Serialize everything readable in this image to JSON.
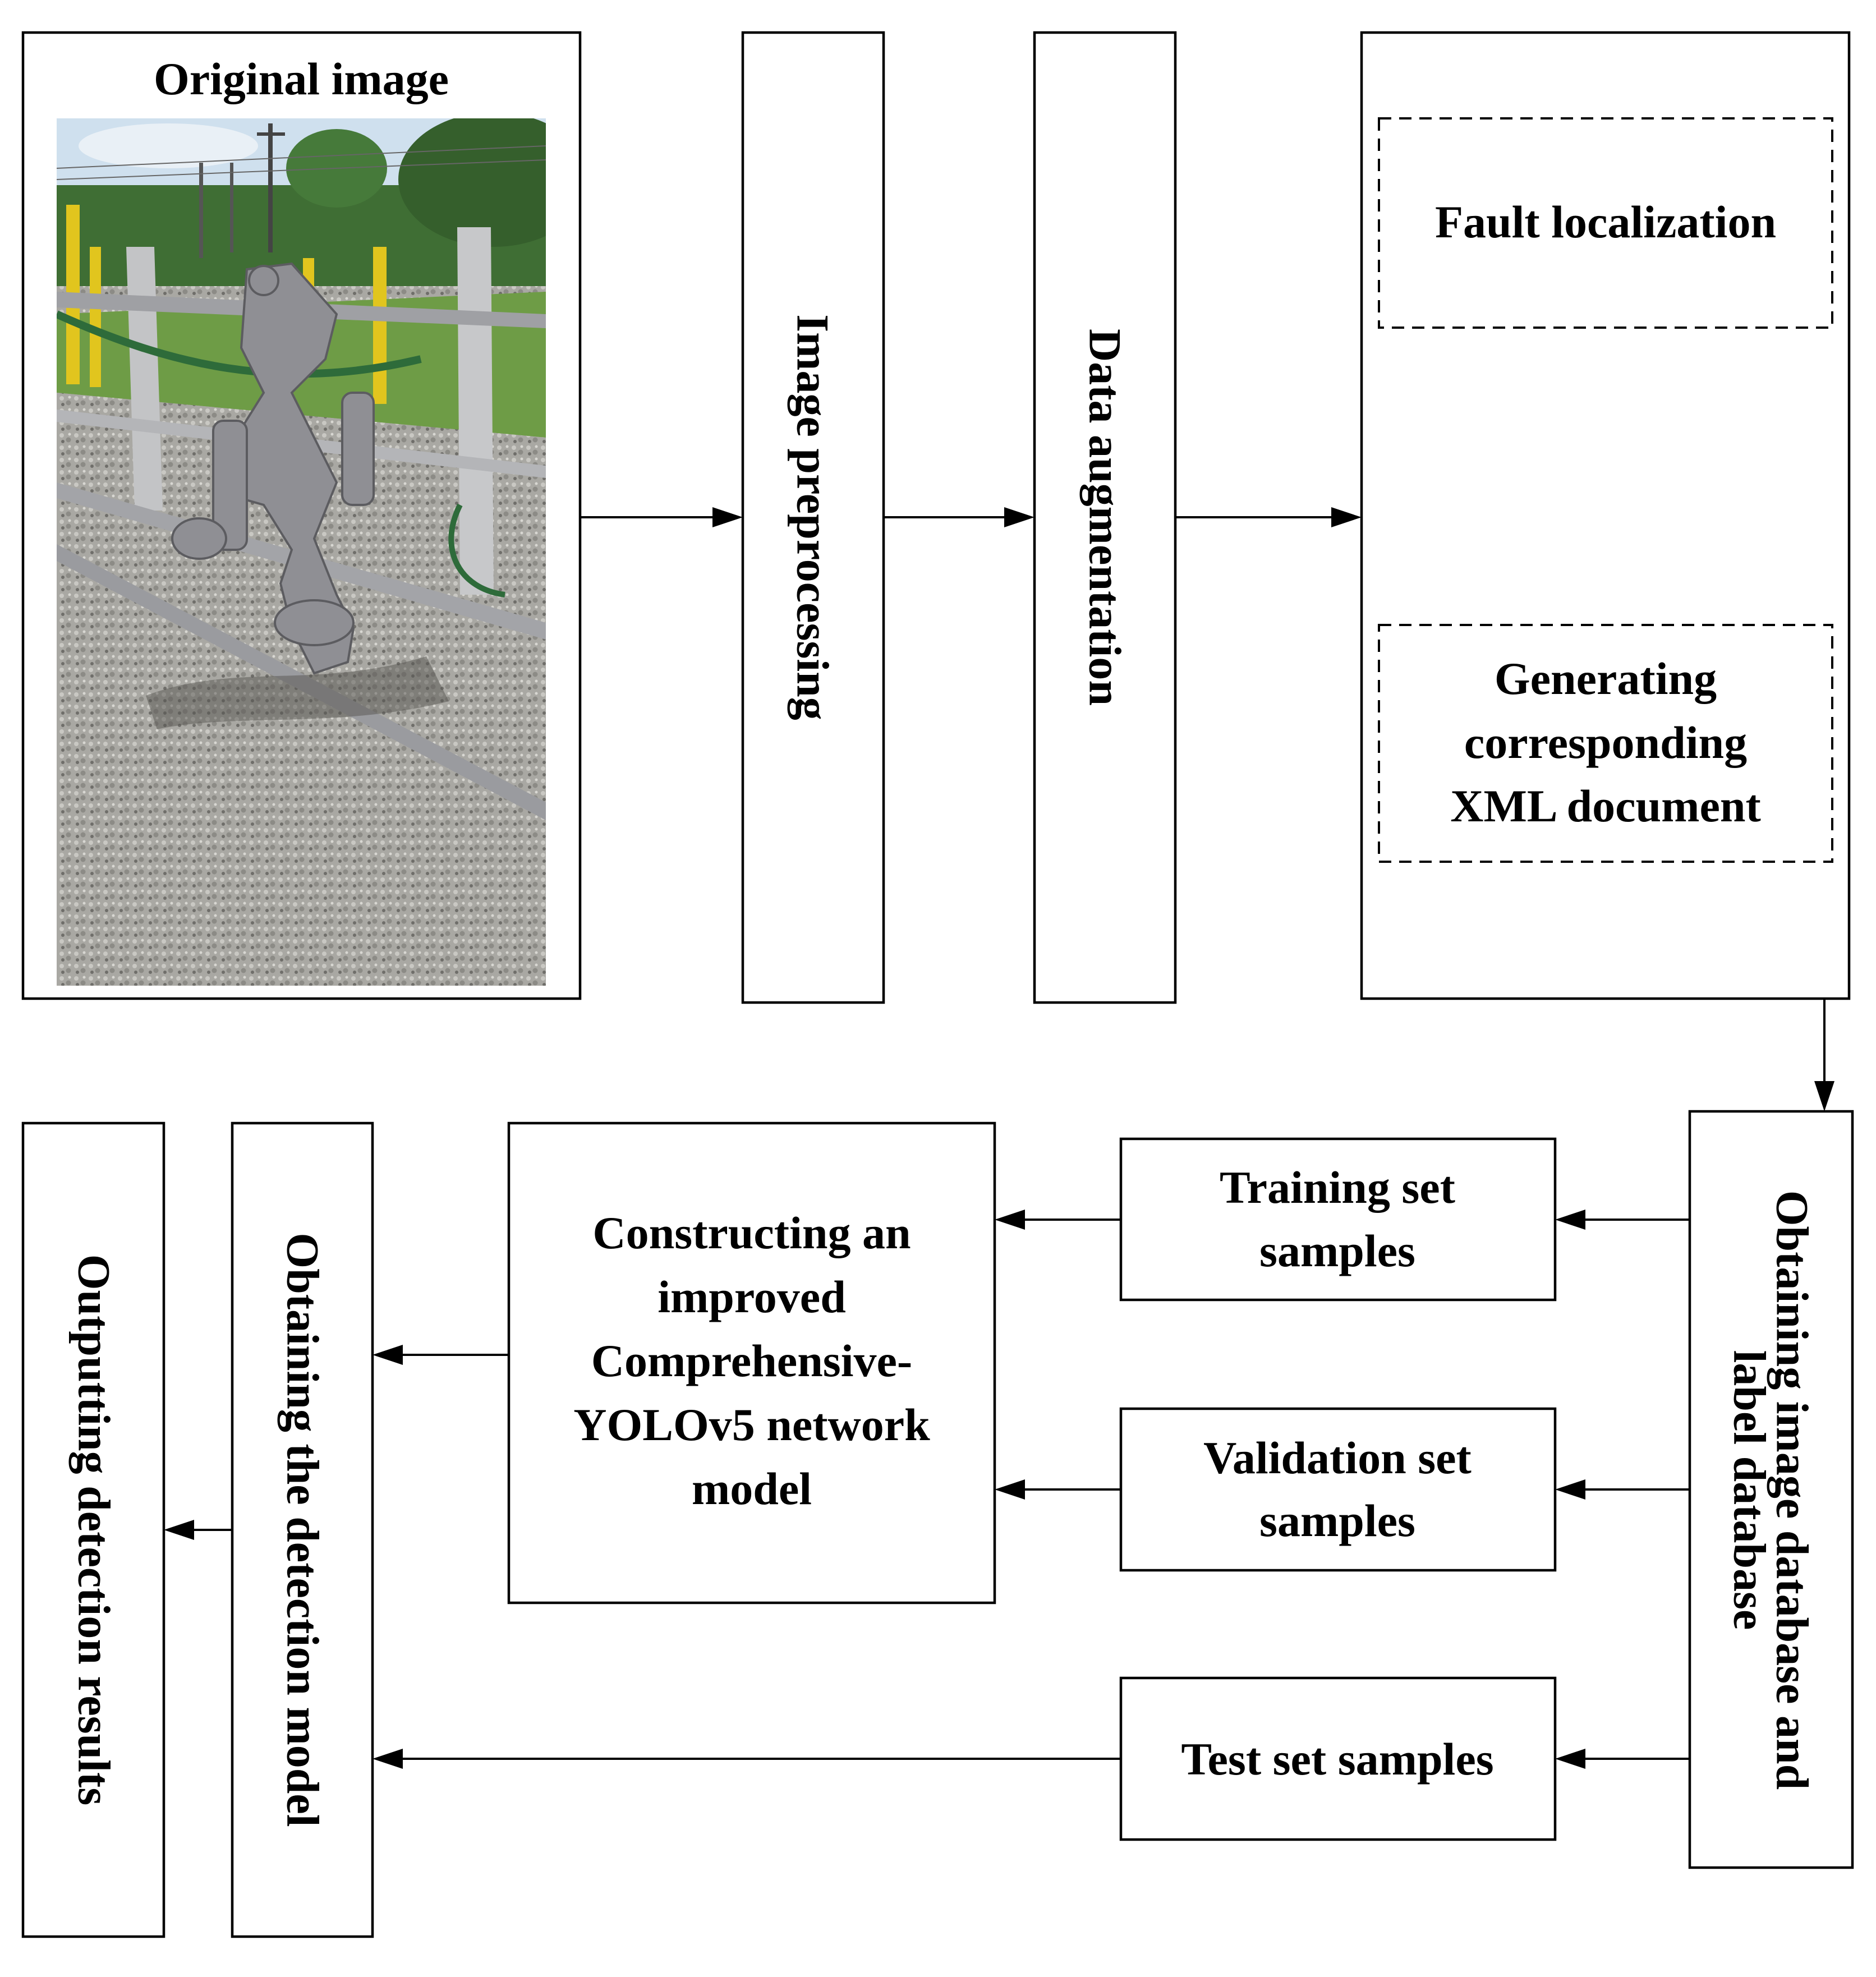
{
  "nodes": {
    "original_image": {
      "title": "Original image"
    },
    "image_preprocessing": {
      "label": "Image preprocessing"
    },
    "data_augmentation": {
      "label": "Data augmentation"
    },
    "annotation": {
      "fault_localization": "Fault localization",
      "xml_lines": [
        "Generating",
        "corresponding",
        "XML document"
      ]
    },
    "obtaining_database": {
      "lines": [
        "Obtaining image database and",
        "label database"
      ]
    },
    "training_set": {
      "lines": [
        "Training set",
        "samples"
      ]
    },
    "validation_set": {
      "lines": [
        "Validation set",
        "samples"
      ]
    },
    "test_set": {
      "label": "Test set samples"
    },
    "constructing_model": {
      "lines": [
        "Constructing an",
        "improved",
        "Comprehensive-",
        "YOLOv5 network",
        "model"
      ]
    },
    "obtaining_detection_model": {
      "label": "Obtaining the detection model"
    },
    "outputting_results": {
      "label": "Outputting detection results"
    }
  },
  "colors": {
    "stroke": "#000000",
    "background": "#ffffff",
    "sky": "#cfe0ee",
    "vegetation": "#3f6e34",
    "grass": "#6e9c46",
    "gravel": "#a9a8a3",
    "pole_yellow": "#e1c51e",
    "clamp_gray": "#8f8f94"
  }
}
